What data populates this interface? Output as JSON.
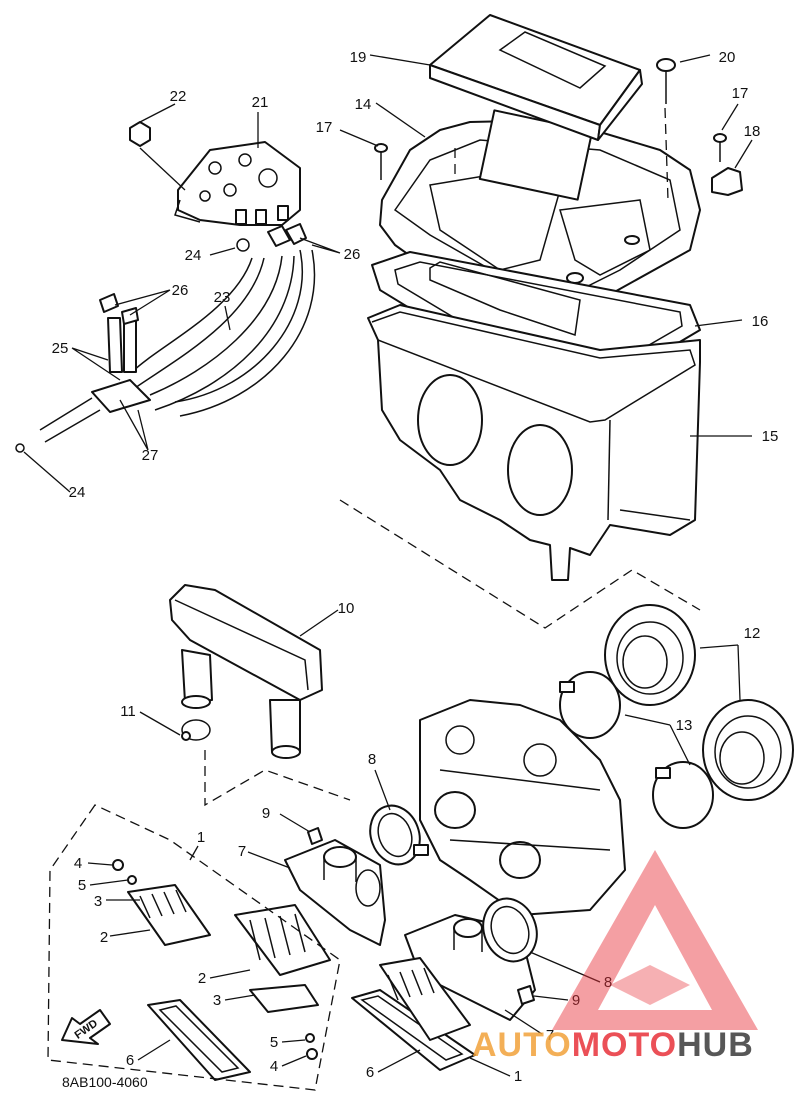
{
  "diagram": {
    "drawing_code": "8AB100-4060",
    "direction_marker": "FWD",
    "callouts": {
      "c1a": "1",
      "c1b": "1",
      "c2a": "2",
      "c2b": "2",
      "c3a": "3",
      "c3b": "3",
      "c4a": "4",
      "c4b": "4",
      "c5a": "5",
      "c5b": "5",
      "c6a": "6",
      "c6b": "6",
      "c7a": "7",
      "c7b": "7",
      "c8a": "8",
      "c8b": "8",
      "c9a": "9",
      "c9b": "9",
      "c10": "10",
      "c11": "11",
      "c12": "12",
      "c13": "13",
      "c14": "14",
      "c15": "15",
      "c16": "16",
      "c17a": "17",
      "c17b": "17",
      "c18": "18",
      "c19": "19",
      "c20": "20",
      "c21": "21",
      "c22": "22",
      "c23": "23",
      "c24a": "24",
      "c24b": "24",
      "c25": "25",
      "c26a": "26",
      "c26b": "26",
      "c27": "27"
    }
  },
  "watermark": {
    "part1": "AUTO",
    "part2": "MOTO",
    "part3": "HUB",
    "color_red": "#e8323a",
    "color_orange": "#f2a23a",
    "color_dark": "#3a3a3a"
  }
}
